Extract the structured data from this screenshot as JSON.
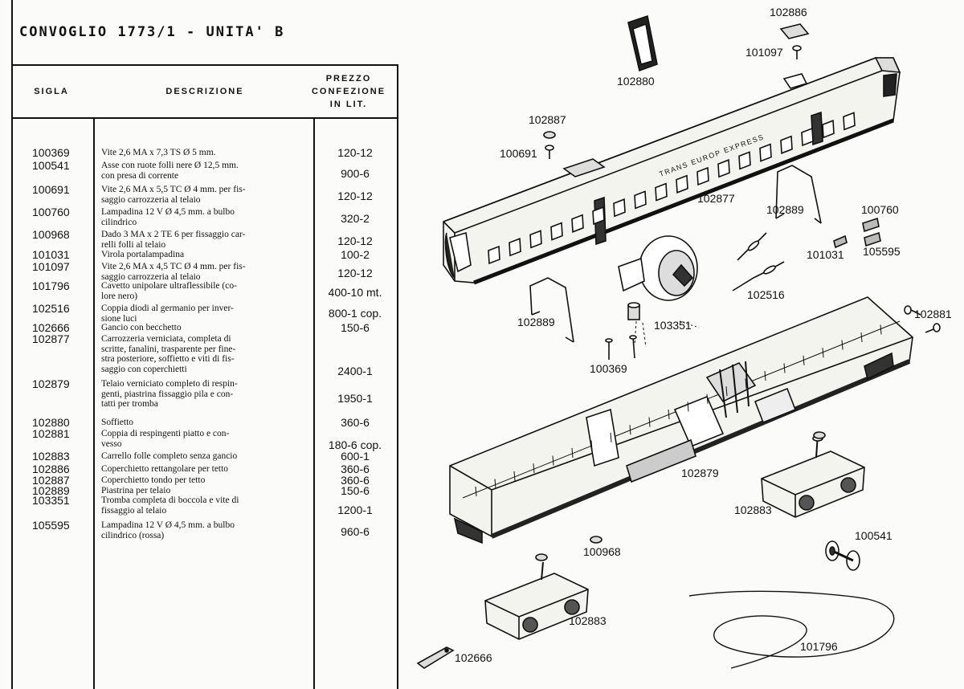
{
  "title": "CONVOGLIO 1773/1 - UNITA' B",
  "table": {
    "headers": {
      "sigla": "SIGLA",
      "descrizione": "DESCRIZIONE",
      "prezzo": [
        "PREZZO",
        "CONFEZIONE",
        "IN LIT."
      ]
    },
    "rows": [
      {
        "code": "100369",
        "desc": [
          "Vite 2,6 MA x 7,3 TS Ø 5 mm."
        ],
        "price": "120-12"
      },
      {
        "code": "100541",
        "desc": [
          "Asse con ruote folli nere Ø 12,5 mm.",
          "con presa di corrente"
        ],
        "price": "900-6"
      },
      {
        "code": "100691",
        "desc": [
          "Vite 2,6 MA x 5,5 TC Ø 4 mm. per fis-",
          "saggio carrozzeria al telaio"
        ],
        "price": "120-12"
      },
      {
        "code": "100760",
        "desc": [
          "Lampadina 12 V Ø 4,5 mm. a bulbo",
          "cilindrico"
        ],
        "price": "320-2"
      },
      {
        "code": "100968",
        "desc": [
          "Dado 3 MA x 2 TE 6 per fissaggio car-",
          "relli folli al telaio"
        ],
        "price": "120-12"
      },
      {
        "code": "101031",
        "desc": [
          "Virola portalampadina"
        ],
        "price": "100-2"
      },
      {
        "code": "101097",
        "desc": [
          "Vite 2,6 MA x 4,5 TC Ø 4 mm. per fis-",
          "saggio carrozzeria al telaio"
        ],
        "price": "120-12"
      },
      {
        "code": "101796",
        "desc": [
          "Cavetto unipolare ultraflessibile (co-",
          "lore nero)"
        ],
        "price": "400-10 mt."
      },
      {
        "code": "102516",
        "desc": [
          "Coppia diodi al germanio per inver-",
          "sione luci"
        ],
        "price": "800-1 cop."
      },
      {
        "code": "102666",
        "desc": [
          "Gancio con becchetto"
        ],
        "price": "150-6"
      },
      {
        "code": "102877",
        "desc": [
          "Carrozzeria verniciata, completa di",
          "scritte, fanalini, trasparente per fine-",
          "stra posteriore, soffietto e viti di fis-",
          "saggio con coperchietti"
        ],
        "price": "2400-1"
      },
      {
        "code": "102879",
        "desc": [
          "Telaio verniciato completo di respin-",
          "genti, piastrina fissaggio pila e con-",
          "tatti per tromba"
        ],
        "price": "1950-1"
      },
      {
        "code": "102880",
        "desc": [
          "Soffietto"
        ],
        "price": "360-6"
      },
      {
        "code": "102881",
        "desc": [
          "Coppia di respingenti piatto e con-",
          "vesso"
        ],
        "price": "180-6 cop."
      },
      {
        "code": "102883",
        "desc": [
          "Carrello folle completo senza gancio"
        ],
        "price": "600-1"
      },
      {
        "code": "102886",
        "desc": [
          "Coperchietto rettangolare per tetto"
        ],
        "price": "360-6"
      },
      {
        "code": "102887",
        "desc": [
          "Coperchietto tondo per tetto"
        ],
        "price": "360-6"
      },
      {
        "code": "102889",
        "desc": [
          "Piastrina per telaio"
        ],
        "price": "150-6"
      },
      {
        "code": "103351",
        "desc": [
          "Tromba completa di boccola e vite di",
          "fissaggio al telaio"
        ],
        "price": "1200-1"
      },
      {
        "code": "105595",
        "desc": [
          "Lampadina 12 V Ø 4,5 mm. a bulbo",
          "cilindrico (rossa)"
        ],
        "price": "960-6"
      }
    ]
  },
  "diagram": {
    "carriage_lettering": "TRANS EUROP EXPRESS",
    "labels": {
      "l102886": "102886",
      "l101097": "101097",
      "l102880": "102880",
      "l102887": "102887",
      "l100691": "100691",
      "l102877": "102877",
      "l102889a": "102889",
      "l100760": "100760",
      "l101031": "101031",
      "l105595": "105595",
      "l102516": "102516",
      "l102889b": "102889",
      "l103351": "103351",
      "l102881": "102881",
      "l100369": "100369",
      "l102879": "102879",
      "l102883a": "102883",
      "l100541": "100541",
      "l100968": "100968",
      "l102883b": "102883",
      "l101796": "101796",
      "l102666": "102666"
    }
  }
}
